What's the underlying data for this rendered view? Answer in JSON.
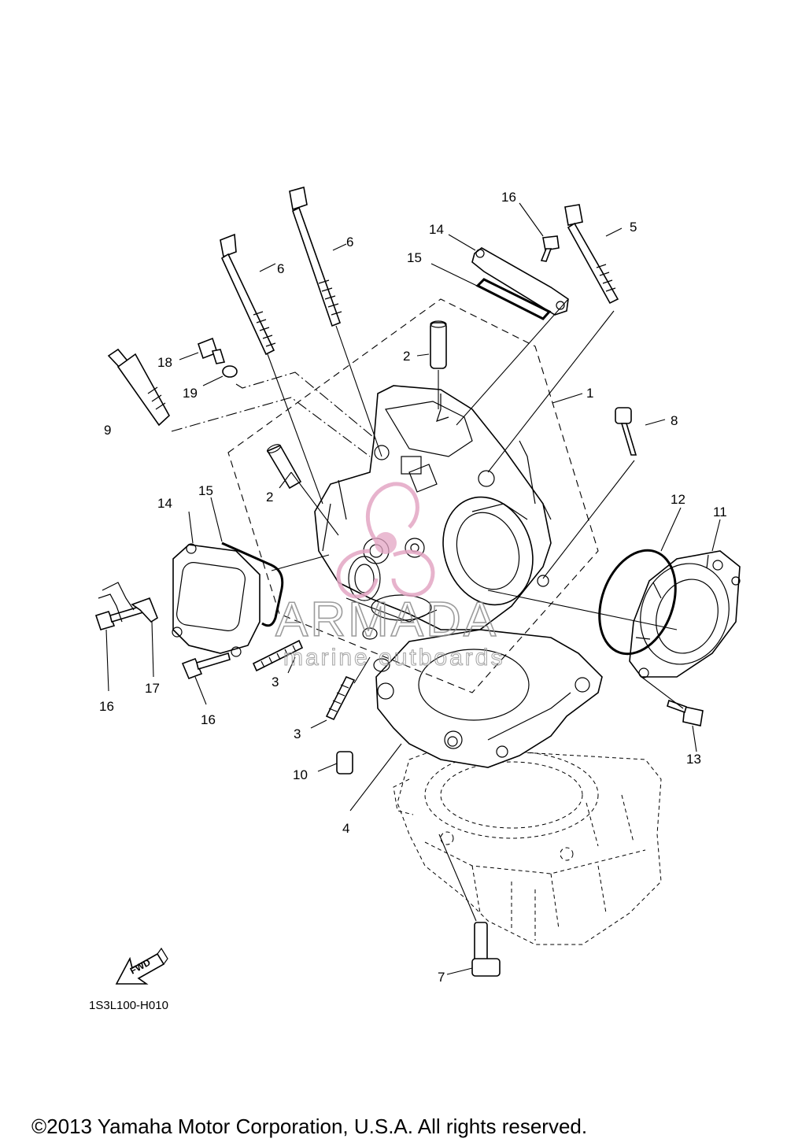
{
  "diagram": {
    "callouts": [
      {
        "id": "c1",
        "text": "1"
      },
      {
        "id": "c2a",
        "text": "2"
      },
      {
        "id": "c2b",
        "text": "2"
      },
      {
        "id": "c3a",
        "text": "3"
      },
      {
        "id": "c3b",
        "text": "3"
      },
      {
        "id": "c4",
        "text": "4"
      },
      {
        "id": "c5",
        "text": "5"
      },
      {
        "id": "c6a",
        "text": "6"
      },
      {
        "id": "c6b",
        "text": "6"
      },
      {
        "id": "c7",
        "text": "7"
      },
      {
        "id": "c8",
        "text": "8"
      },
      {
        "id": "c9",
        "text": "9"
      },
      {
        "id": "c10",
        "text": "10"
      },
      {
        "id": "c11",
        "text": "11"
      },
      {
        "id": "c12",
        "text": "12"
      },
      {
        "id": "c13",
        "text": "13"
      },
      {
        "id": "c14a",
        "text": "14"
      },
      {
        "id": "c14b",
        "text": "14"
      },
      {
        "id": "c15a",
        "text": "15"
      },
      {
        "id": "c15b",
        "text": "15"
      },
      {
        "id": "c16a",
        "text": "16"
      },
      {
        "id": "c16b",
        "text": "16"
      },
      {
        "id": "c16c",
        "text": "16"
      },
      {
        "id": "c17",
        "text": "17"
      },
      {
        "id": "c18",
        "text": "18"
      },
      {
        "id": "c19",
        "text": "19"
      }
    ],
    "fwd_label": "FWD",
    "reference_code": "1S3L100-H010"
  },
  "watermark": {
    "brand": "ARMADA",
    "tagline": "marine outboards",
    "logo_color": "#e3a6c4"
  },
  "footer": {
    "copyright": "©2013 Yamaha Motor Corporation, U.S.A. All rights reserved."
  }
}
